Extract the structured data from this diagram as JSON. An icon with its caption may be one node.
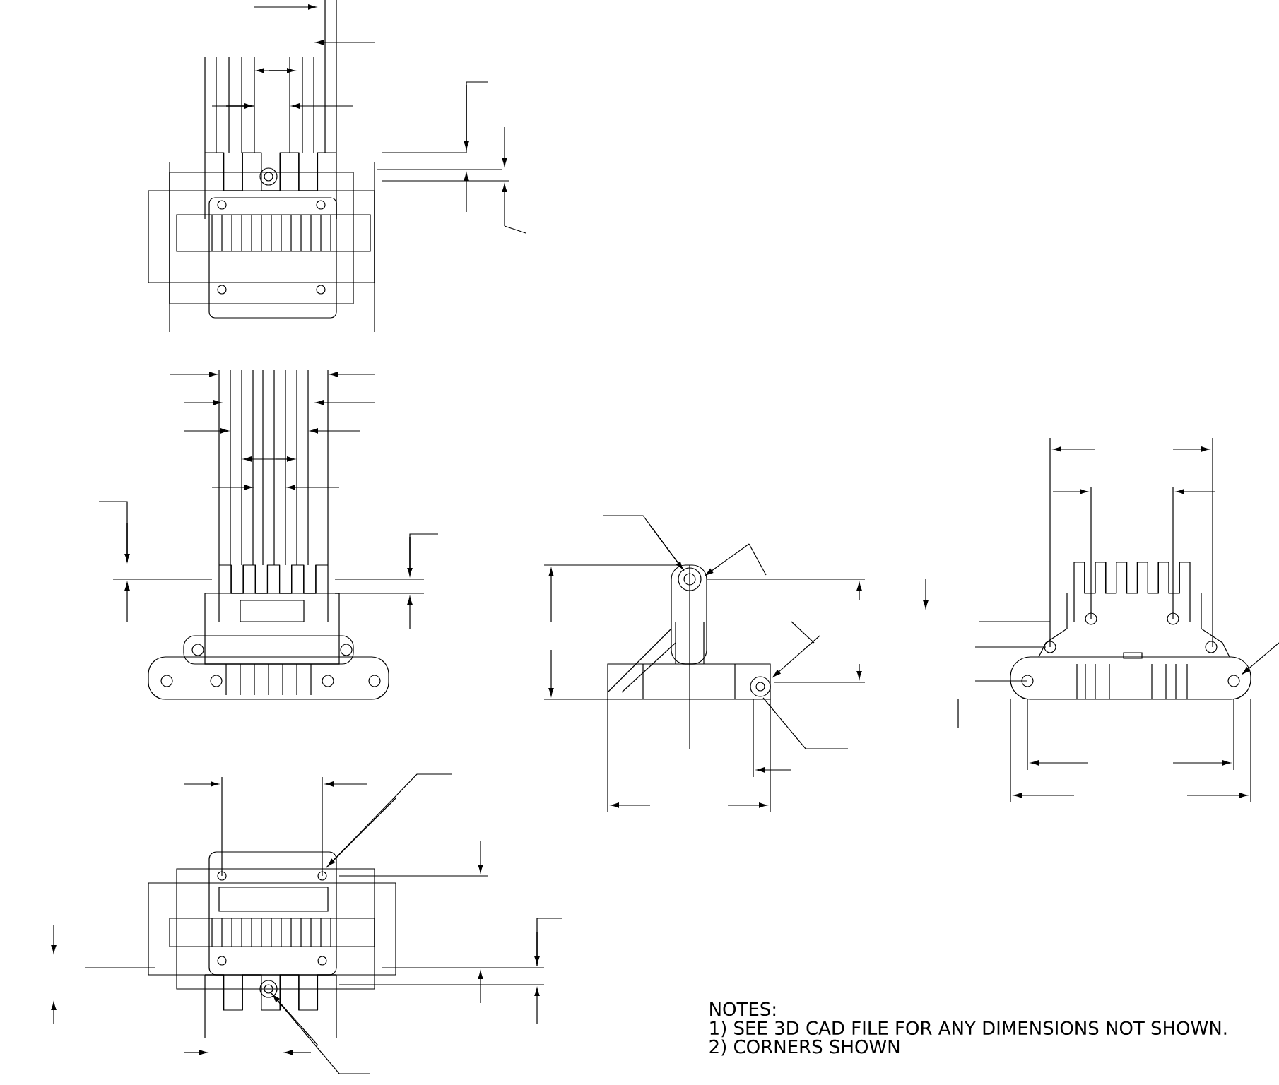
{
  "diagram": {
    "labels": [
      "NOTES:",
      "1) SEE 3D CAD FILE FOR ANY DIMENSIONS NOT SHOWN.",
      "2) CORNERS SHOWN"
    ]
  }
}
